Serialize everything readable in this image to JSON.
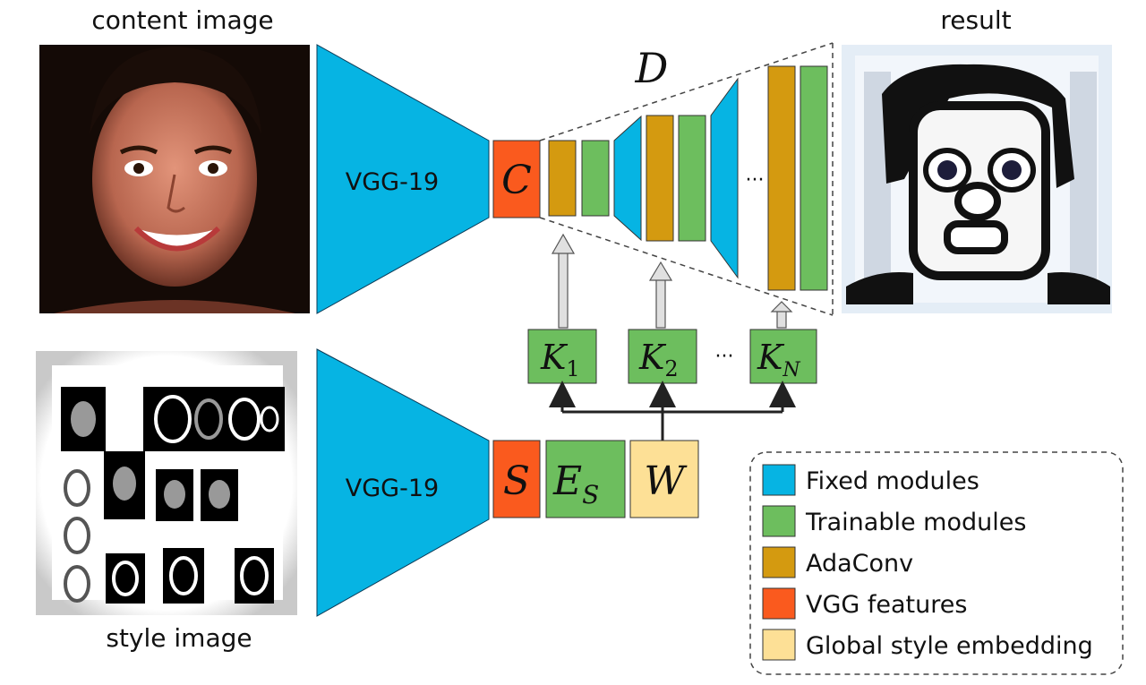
{
  "labels": {
    "content_image": "content image",
    "style_image": "style image",
    "result": "result"
  },
  "encoder": {
    "top_label": "VGG-19",
    "bottom_label": "VGG-19"
  },
  "decoder": {
    "symbol": "D",
    "ellipsis": "···"
  },
  "blocks": {
    "content_features": "C",
    "style_features": "S",
    "style_encoder": "E",
    "style_encoder_sub": "S",
    "global_embedding": "W"
  },
  "kernels": {
    "k1": {
      "base": "K",
      "sub": "1"
    },
    "k2": {
      "base": "K",
      "sub": "2"
    },
    "kn": {
      "base": "K",
      "sub": "N"
    },
    "ellipsis": "···"
  },
  "legend": {
    "items": [
      {
        "label": "Fixed modules",
        "color": "#06b4e3"
      },
      {
        "label": "Trainable modules",
        "color": "#6dbe5e"
      },
      {
        "label": "AdaConv",
        "color": "#d49a10"
      },
      {
        "label": "VGG features",
        "color": "#fa5a1e"
      },
      {
        "label": "Global style embedding",
        "color": "#fde096"
      }
    ]
  },
  "colors": {
    "fixed": "#06b4e3",
    "trainable": "#6dbe5e",
    "adaconv": "#d49a10",
    "vgg_features": "#fa5a1e",
    "global_style": "#fde096"
  }
}
